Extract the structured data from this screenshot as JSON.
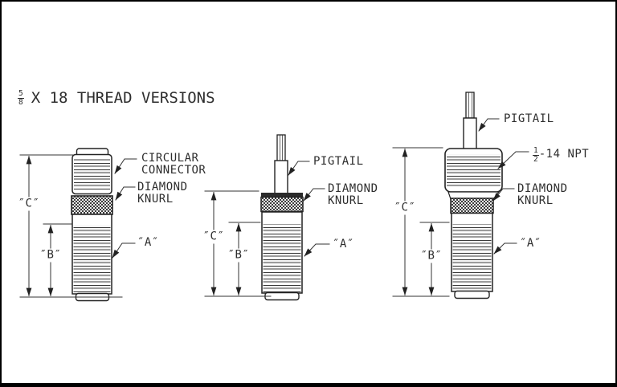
{
  "colors": {
    "line": "#222222",
    "thread_gray": "#9c9c9c",
    "text": "#2e2e2e",
    "background": "#ffffff"
  },
  "title": {
    "fraction_numerator": "5",
    "fraction_denominator": "8",
    "text": "X 18 THREAD VERSIONS"
  },
  "fig1": {
    "dim_c": "″C″",
    "dim_b": "″B″",
    "connector_line1": "CIRCULAR",
    "connector_line2": "CONNECTOR",
    "knurl_line1": "DIAMOND",
    "knurl_line2": "KNURL",
    "thread_label": "″A″"
  },
  "fig2": {
    "pigtail": "PIGTAIL",
    "knurl_line1": "DIAMOND",
    "knurl_line2": "KNURL",
    "thread_label": "″A″",
    "dim_c": "″C″",
    "dim_b": "″B″"
  },
  "fig3": {
    "pigtail": "PIGTAIL",
    "npt_fraction_numerator": "1",
    "npt_fraction_denominator": "2",
    "npt_text": "-14 NPT",
    "knurl_line1": "DIAMOND",
    "knurl_line2": "KNURL",
    "thread_label": "″A″",
    "dim_c": "″C″",
    "dim_b": "″B″"
  }
}
